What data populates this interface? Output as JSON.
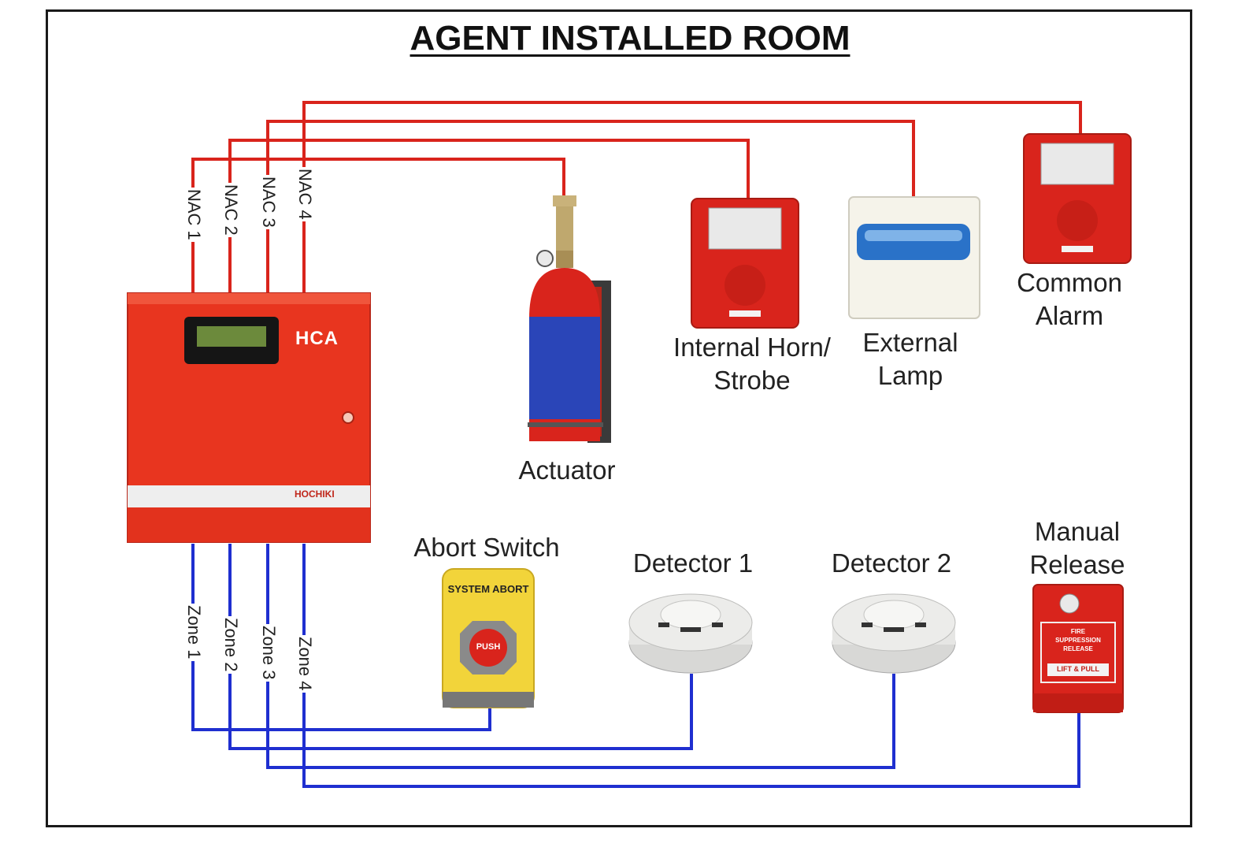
{
  "title": "AGENT INSTALLED ROOM",
  "colors": {
    "nac_wire": "#d9241c",
    "zone_wire": "#1f2fd0",
    "panel": "#e8351f",
    "cylinder_red": "#d9241c",
    "cylinder_blue": "#2a45b8",
    "abort_yellow": "#f2d43a"
  },
  "panel": {
    "brand": "HCA",
    "maker": "HOCHIKI"
  },
  "nac_labels": [
    "NAC 1",
    "NAC 2",
    "NAC 3",
    "NAC 4"
  ],
  "zone_labels": [
    "Zone 1",
    "Zone 2",
    "Zone 3",
    "Zone 4"
  ],
  "devices": {
    "actuator": "Actuator",
    "horn_strobe_line1": "Internal Horn/",
    "horn_strobe_line2": "Strobe",
    "lamp_line1": "External",
    "lamp_line2": "Lamp",
    "alarm_line1": "Common",
    "alarm_line2": "Alarm",
    "abort": "Abort Switch",
    "abort_plate": "SYSTEM ABORT",
    "abort_button": "PUSH",
    "detector1": "Detector 1",
    "detector2": "Detector 2",
    "manual_line1": "Manual",
    "manual_line2": "Release",
    "manual_plate_text": "FIRE SUPPRESSION RELEASE",
    "manual_pull": "LIFT & PULL"
  }
}
